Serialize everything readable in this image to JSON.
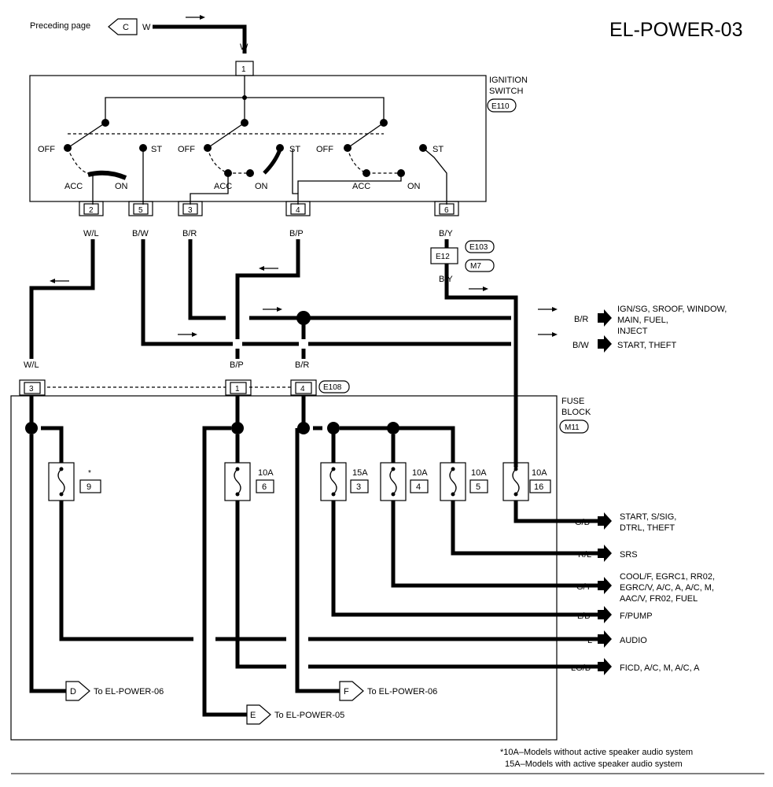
{
  "page_title": "EL-POWER-03",
  "preceding": {
    "label": "Preceding page",
    "connector": "C",
    "wire": "W"
  },
  "ignition": {
    "title_line1": "IGNITION",
    "title_line2": "SWITCH",
    "connector": "E110",
    "top_wire": "W",
    "top_pin": "1",
    "states": {
      "off": "OFF",
      "acc": "ACC",
      "on": "ON",
      "st": "ST"
    },
    "pins": [
      "2",
      "5",
      "3",
      "4",
      "6"
    ],
    "wires": [
      "W/L",
      "B/W",
      "B/R",
      "B/P",
      "B/Y"
    ]
  },
  "inline_connector": {
    "id": "E12",
    "left_conn": "E103",
    "right_conn": "M7",
    "wire": "B/Y"
  },
  "fuse_block": {
    "title_line1": "FUSE",
    "title_line2": "BLOCK",
    "connector": "M11",
    "joint_connector": "E108",
    "pins": [
      "3",
      "1",
      "4"
    ],
    "pin_wires": [
      "W/L",
      "B/P",
      "B/R"
    ],
    "fuses": [
      {
        "rating": "*",
        "number": "9"
      },
      {
        "rating": "10A",
        "number": "6"
      },
      {
        "rating": "15A",
        "number": "3"
      },
      {
        "rating": "10A",
        "number": "4"
      },
      {
        "rating": "10A",
        "number": "5"
      },
      {
        "rating": "10A",
        "number": "16"
      }
    ]
  },
  "outputs": [
    {
      "wire": "B/R",
      "line1": "IGN/SG, SROOF, WINDOW,",
      "line2": "MAIN, FUEL,",
      "line3": "INJECT"
    },
    {
      "wire": "B/W",
      "line1": "START, THEFT"
    },
    {
      "wire": "G/B",
      "line1": "START, S/SIG,",
      "line2": "DTRL, THEFT"
    },
    {
      "wire": "R/L",
      "line1": "SRS"
    },
    {
      "wire": "G/Y",
      "line1": "COOL/F, EGRC1, RR02,",
      "line2": "EGRC/V, A/C, A, A/C, M,",
      "line3": "AAC/V, FR02, FUEL"
    },
    {
      "wire": "L/B",
      "line1": "F/PUMP"
    },
    {
      "wire": "L",
      "line1": "AUDIO"
    },
    {
      "wire": "LG/B",
      "line1": "FICD, A/C, M, A/C, A"
    }
  ],
  "page_refs": [
    {
      "letter": "D",
      "label": "To EL-POWER-06"
    },
    {
      "letter": "E",
      "label": "To EL-POWER-05"
    },
    {
      "letter": "F",
      "label": "To EL-POWER-06"
    }
  ],
  "footnotes": {
    "line1": "*10A–Models without active speaker audio system",
    "line2": "15A–Models with active speaker audio system"
  },
  "colors": {
    "ink": "#000000",
    "paper": "#ffffff"
  }
}
